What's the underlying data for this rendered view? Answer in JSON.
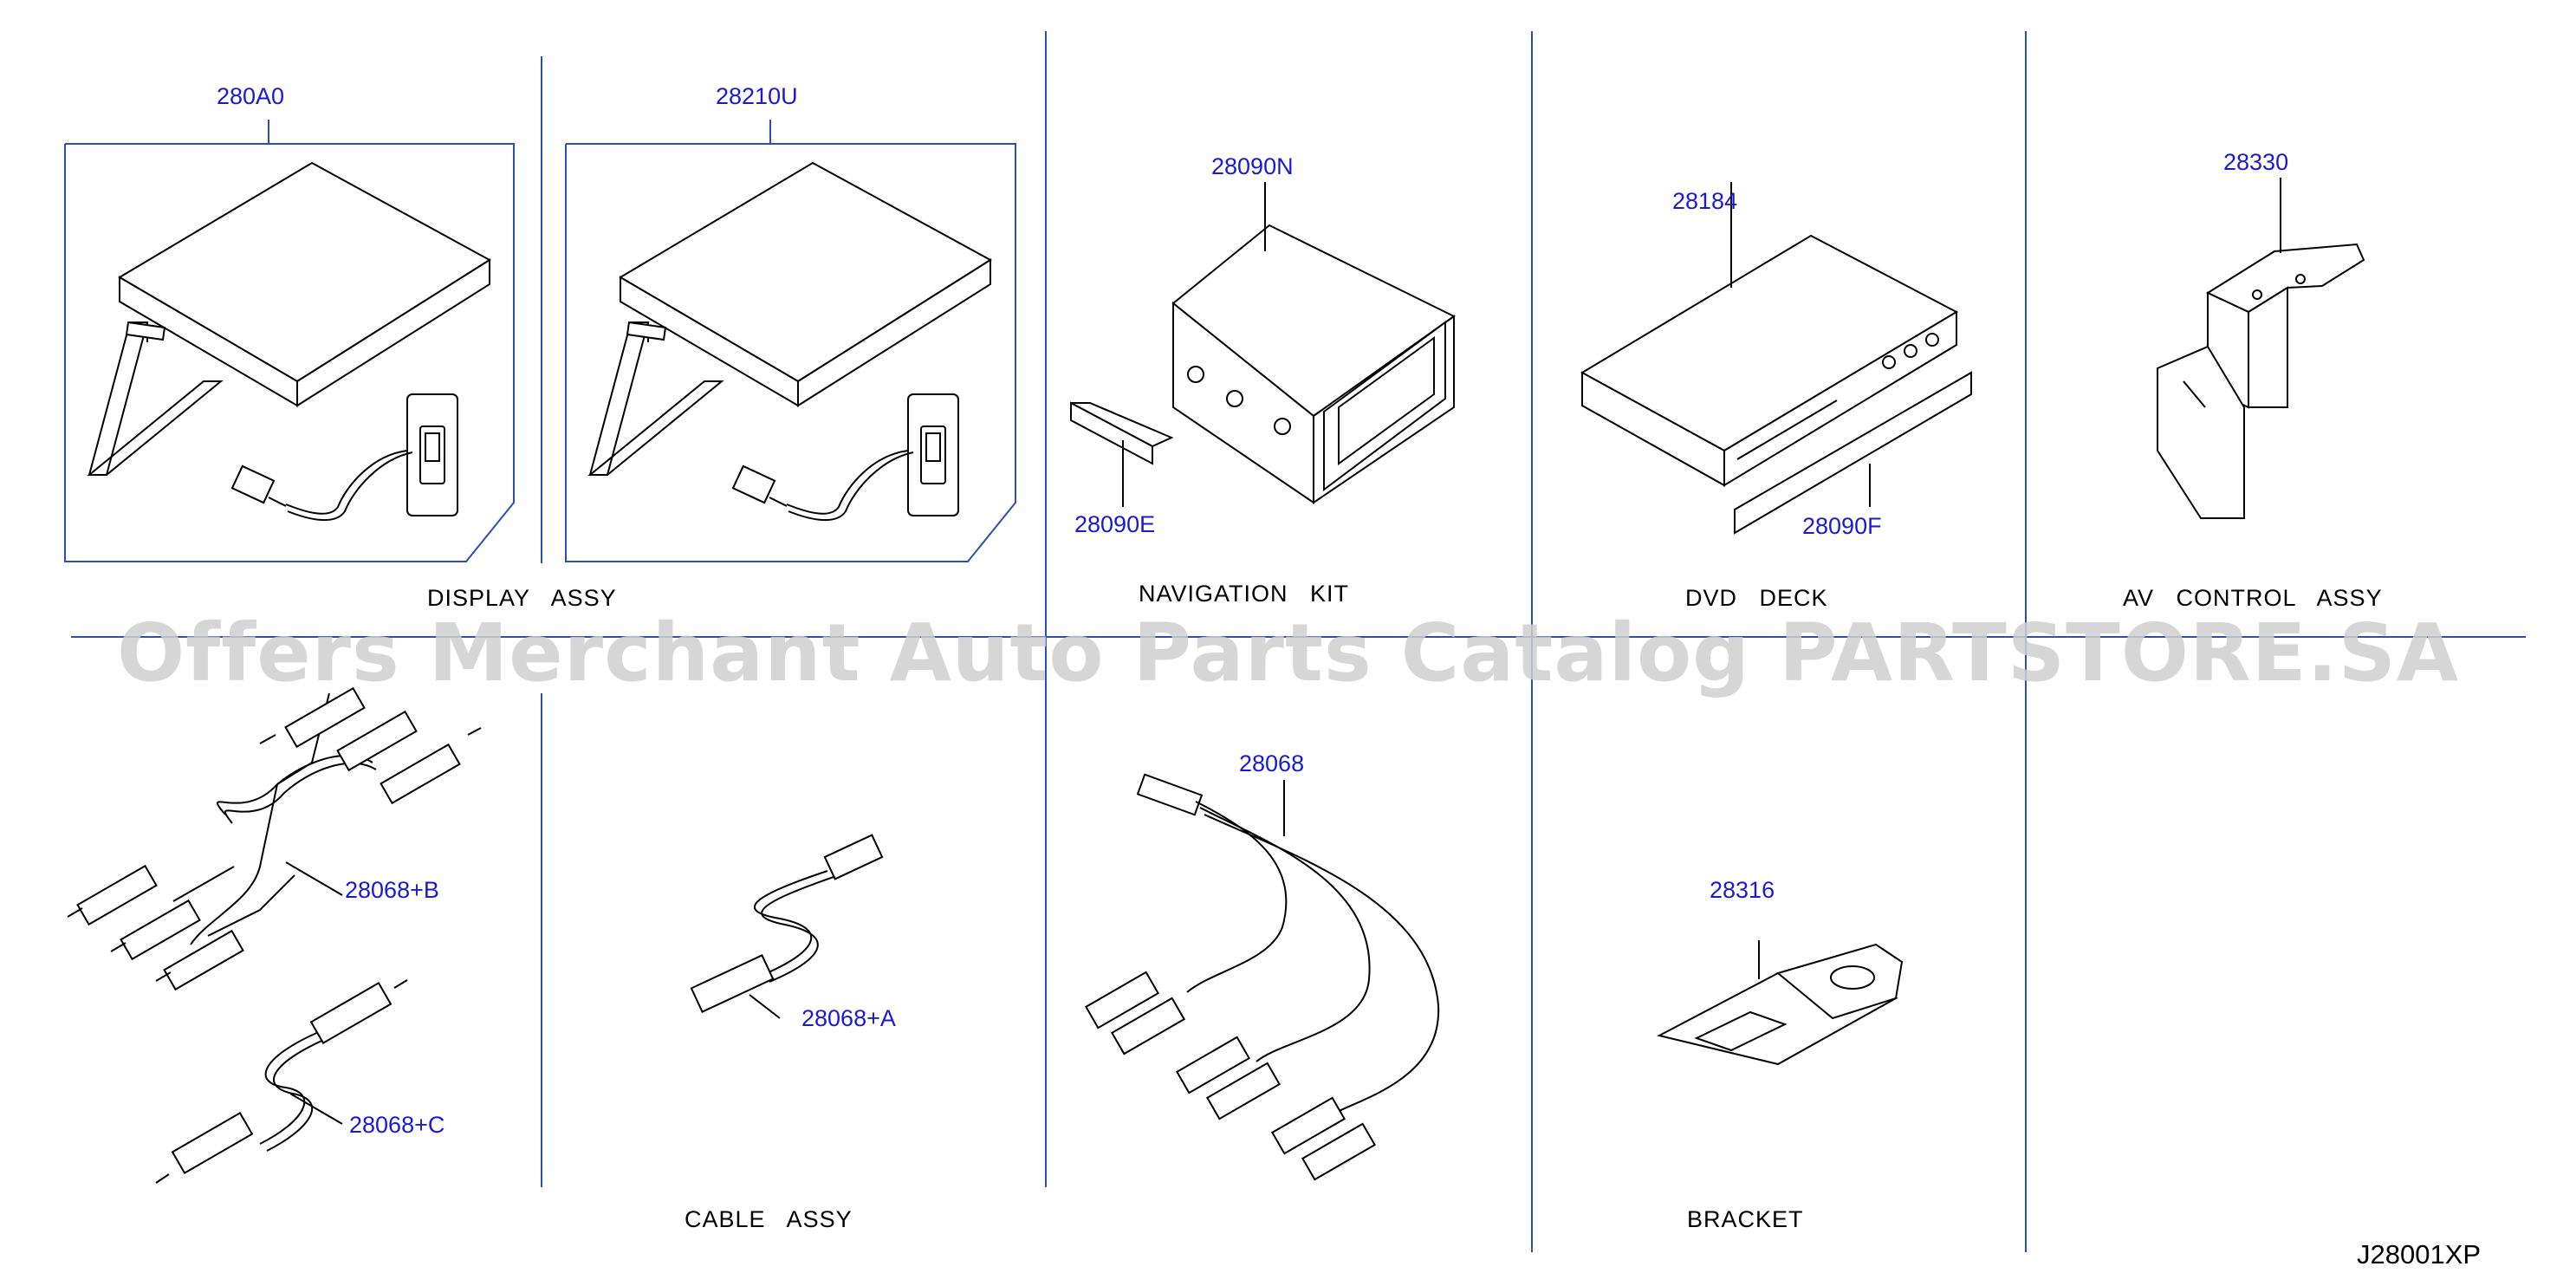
{
  "parts": {
    "p280a0": "280A0",
    "p28210u": "28210U",
    "p28090n": "28090N",
    "p28090e": "28090E",
    "p28184": "28184",
    "p28090f": "28090F",
    "p28330": "28330",
    "p28068b": "28068+B",
    "p28068c": "28068+C",
    "p28068a": "28068+A",
    "p28068": "28068",
    "p28316": "28316"
  },
  "groups": {
    "display": "DISPLAY   ASSY",
    "navigation": "NAVIGATION   KIT",
    "dvd": "DVD   DECK",
    "av_control": "AV   CONTROL   ASSY",
    "cable": "CABLE   ASSY",
    "bracket": "BRACKET"
  },
  "diagram_code": "J28001XP",
  "watermark": "Offers Merchant Auto Parts Catalog PARTSTORE.SA",
  "colors": {
    "callout": "#1a1ad6",
    "divider": "#2a4fb5",
    "line": "#000000",
    "watermark": "#d0d0d0"
  }
}
